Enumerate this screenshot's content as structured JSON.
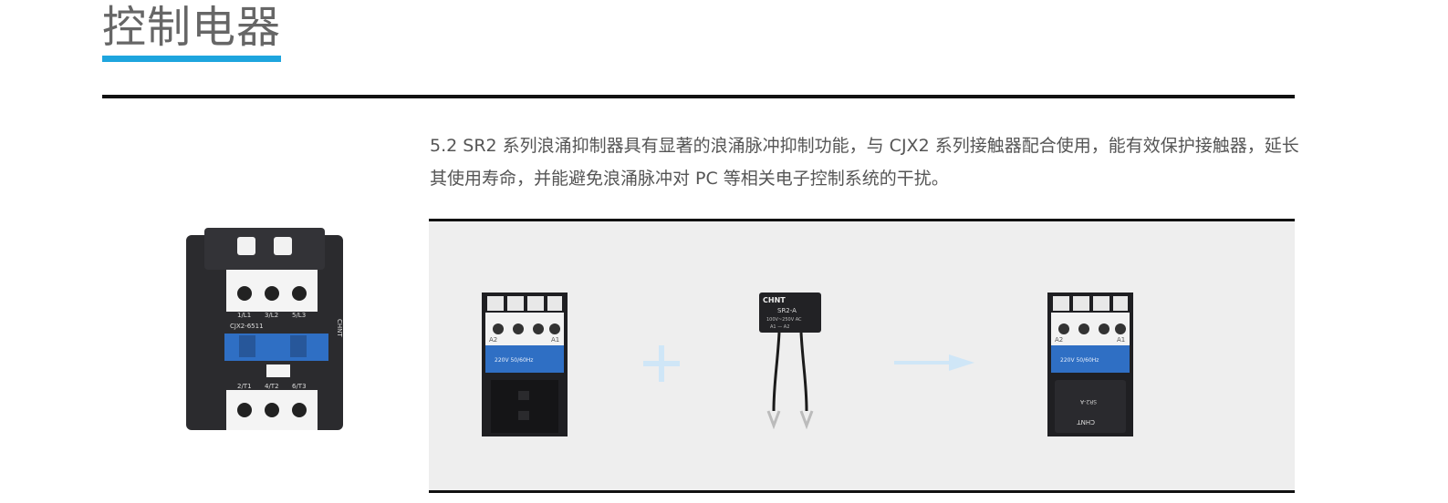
{
  "page": {
    "title": "控制电器",
    "description": "5.2 SR2 系列浪涌抑制器具有显著的浪涌脉冲抑制功能，与 CJX2 系列接触器配合使用，能有效保护接触器，延长其使用寿命，并能避免浪涌脉冲对 PC 等相关电子控制系统的干扰。"
  },
  "colors": {
    "accent": "#1ea5de",
    "panel_bg": "#eeeeee",
    "rule": "#111111",
    "text": "#555555",
    "product_blue": "#2f6fc4"
  },
  "product_main": {
    "model": "CJX2-6511",
    "terminal_top": [
      "1/L1",
      "3/L2",
      "5/L3"
    ],
    "terminal_bottom": [
      "2/T1",
      "4/T2",
      "6/T3"
    ],
    "brand": "CHNT"
  },
  "contactor": {
    "left_label": "A2",
    "right_label": "A1",
    "coil": "220V 50/60Hz"
  },
  "suppressor": {
    "brand": "CHNT",
    "model": "SR2-A",
    "rating": "100V~250V AC",
    "pins": "A1 — A2"
  },
  "icons": {
    "plus": "plus-icon",
    "arrow": "arrow-right-icon"
  }
}
